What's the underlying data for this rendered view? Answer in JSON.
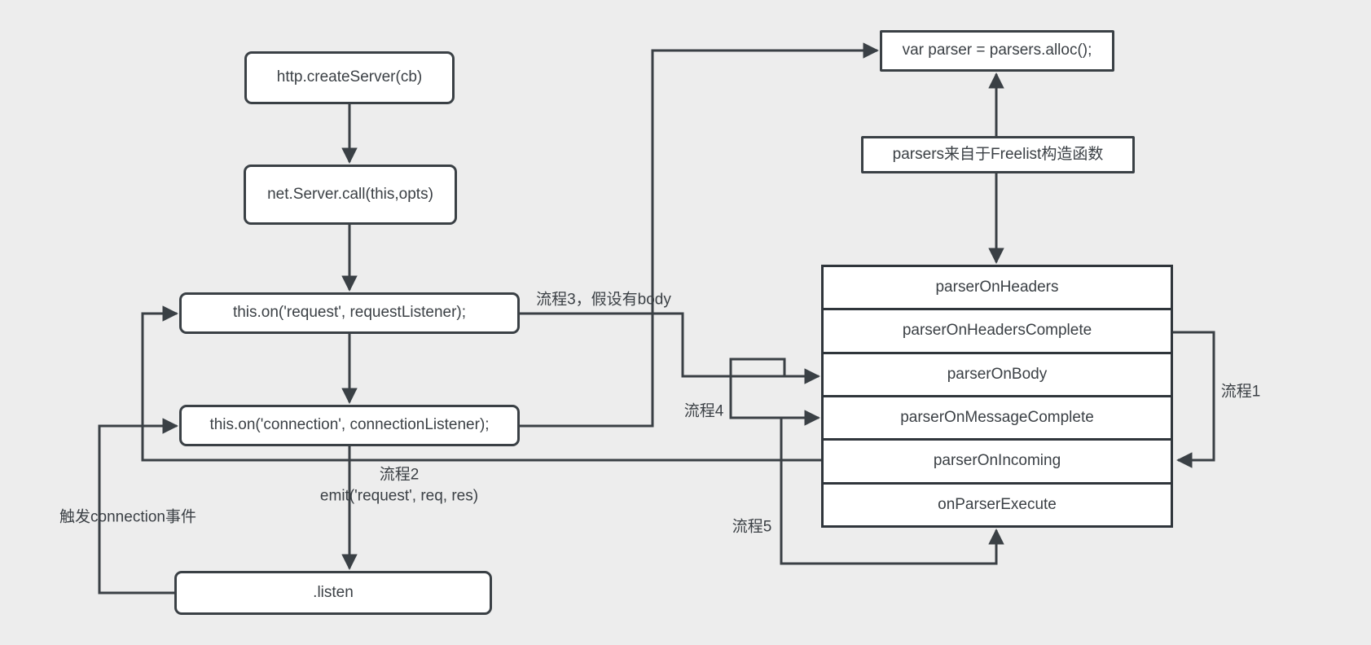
{
  "diagram": {
    "background_color": "#ededed",
    "stroke_color": "#3a4045",
    "nodes": {
      "create_server": {
        "label": "http.createServer(cb)"
      },
      "net_server_call": {
        "label": "net.Server.call(this,opts)"
      },
      "on_request": {
        "label": "this.on('request', requestListener);"
      },
      "on_connection": {
        "label": "this.on('connection', connectionListener);"
      },
      "listen": {
        "label": ".listen"
      },
      "var_parser": {
        "label": "var parser = parsers.alloc();"
      },
      "parsers_note": {
        "label": "parsers来自于Freelist构造函数"
      }
    },
    "parser_stack": {
      "rows": [
        "parserOnHeaders",
        "parserOnHeadersComplete",
        "parserOnBody",
        "parserOnMessageComplete",
        "parserOnIncoming",
        "onParserExecute"
      ]
    },
    "labels": {
      "flow1": "流程1",
      "flow2_line1": "流程2",
      "flow2_line2": "emit('request', req, res)",
      "flow3": "流程3，假设有body",
      "flow4": "流程4",
      "flow5": "流程5",
      "trigger_connection": "触发connection事件"
    }
  }
}
